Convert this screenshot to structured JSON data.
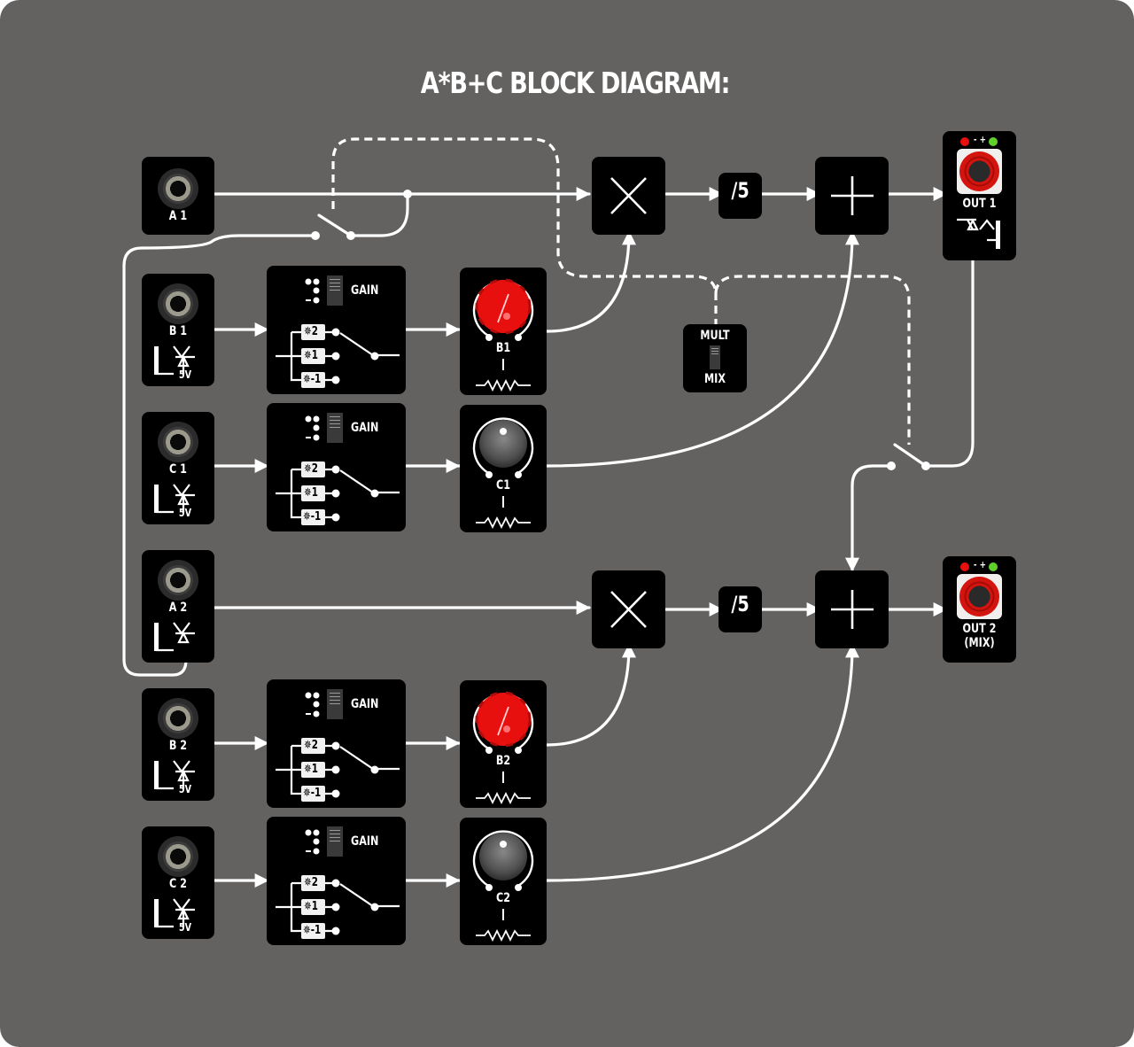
{
  "title": "A*B+C BLOCK DIAGRAM:",
  "inputs": {
    "a1": "A 1",
    "b1": "B 1",
    "c1": "C 1",
    "a2": "A 2",
    "b2": "B 2",
    "c2": "C 2",
    "voltage_label": "5V"
  },
  "gain": {
    "label": "GAIN",
    "options": [
      "✵2",
      "✵1",
      "✵-1"
    ]
  },
  "knobs": {
    "b1": {
      "label": "B1",
      "color": "#e8100f"
    },
    "c1": {
      "label": "C1",
      "color": "#5a5a5a"
    },
    "b2": {
      "label": "B2",
      "color": "#e8100f"
    },
    "c2": {
      "label": "C2",
      "color": "#5a5a5a"
    }
  },
  "operators": {
    "multiply": "×",
    "divide": "/5",
    "add": "+"
  },
  "mode_switch": {
    "top_label": "MULT",
    "bottom_label": "MIX"
  },
  "outputs": {
    "out1": "OUT 1",
    "out2_line1": "OUT 2",
    "out2_line2": "(MIX)",
    "led_minus": "-",
    "led_plus": "+",
    "led_negative_color": "#e8100f",
    "led_positive_color": "#5fd02a"
  },
  "colors": {
    "background": "#646260",
    "block": "#000000",
    "wire": "#ffffff",
    "output_jack": "#d4140e"
  }
}
